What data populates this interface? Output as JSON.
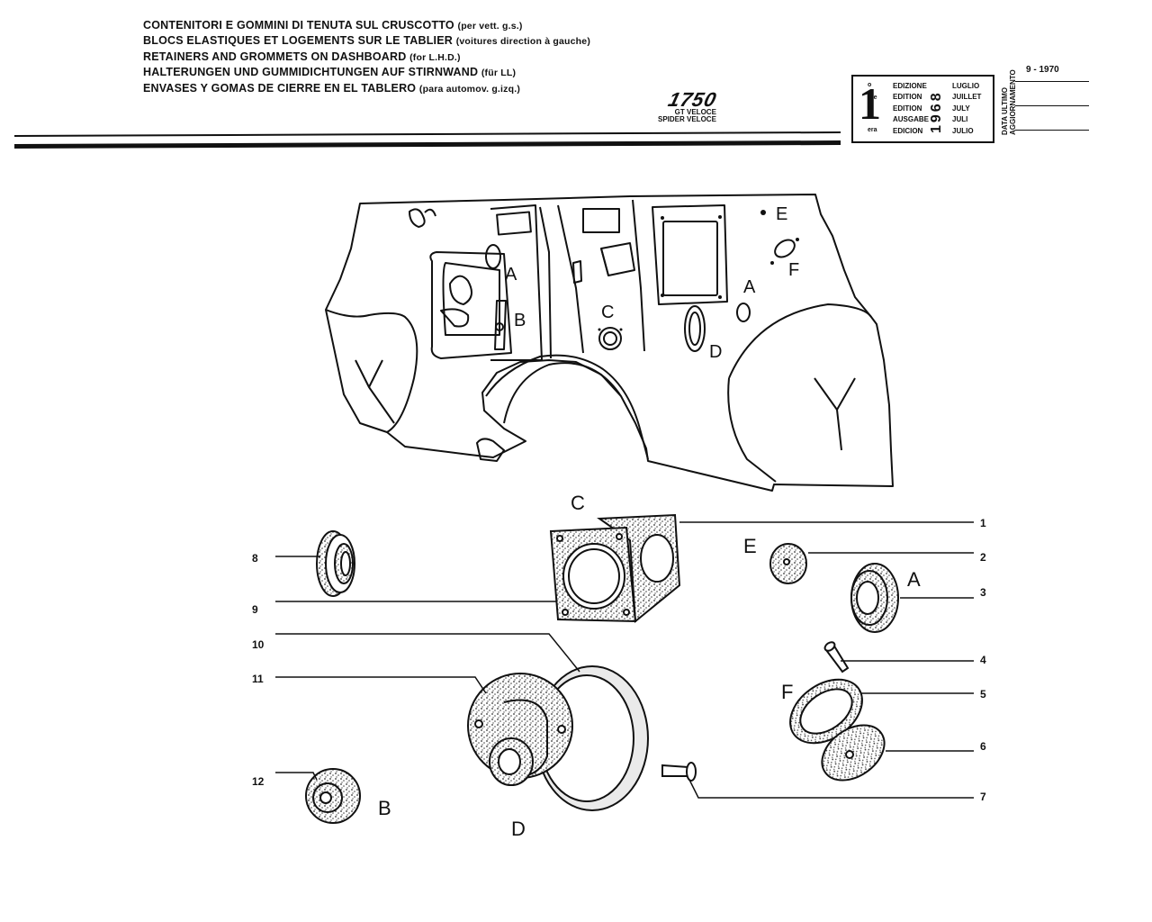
{
  "titles": [
    {
      "main": "CONTENITORI E GOMMINI DI TENUTA SUL CRUSCOTTO",
      "note": "(per vett. g.s.)"
    },
    {
      "main": "BLOCS ELASTIQUES ET LOGEMENTS SUR LE TABLIER",
      "note": "(voitures direction à gauche)"
    },
    {
      "main": "RETAINERS AND GROMMETS ON DASHBOARD",
      "note": "(for L.H.D.)"
    },
    {
      "main": "HALTERUNGEN UND GUMMIDICHTUNGEN AUF STIRNWAND",
      "note": "(für LL)"
    },
    {
      "main": "ENVASES Y GOMAS DE CIERRE EN EL TABLERO",
      "note": "(para automov. g.izq.)"
    }
  ],
  "model": {
    "number": "1750",
    "variant1": "GT VELOCE",
    "variant2": "SPIDER VELOCE"
  },
  "edition": {
    "big": "1",
    "suffixes": [
      "o",
      "ere",
      "st",
      ".",
      "era"
    ],
    "labels": [
      "EDIZIONE",
      "EDITION",
      "EDITION",
      "AUSGABE",
      "EDICION"
    ],
    "year": "1968",
    "months": [
      "LUGLIO",
      "JUILLET",
      "JULY",
      "JULI",
      "JULIO"
    ],
    "update_label_1": "DATA ULTIMO",
    "update_label_2": "AGGIORNAMENTO",
    "update_date": "9 - 1970"
  },
  "dash_labels": {
    "A1": "A",
    "B": "B",
    "C": "C",
    "D": "D",
    "E": "E",
    "F": "F",
    "A2": "A"
  },
  "part_labels": {
    "C": "C",
    "E": "E",
    "A": "A",
    "F": "F",
    "B": "B",
    "D": "D"
  },
  "callouts": [
    "1",
    "2",
    "3",
    "4",
    "5",
    "6",
    "7",
    "8",
    "9",
    "10",
    "11",
    "12"
  ]
}
